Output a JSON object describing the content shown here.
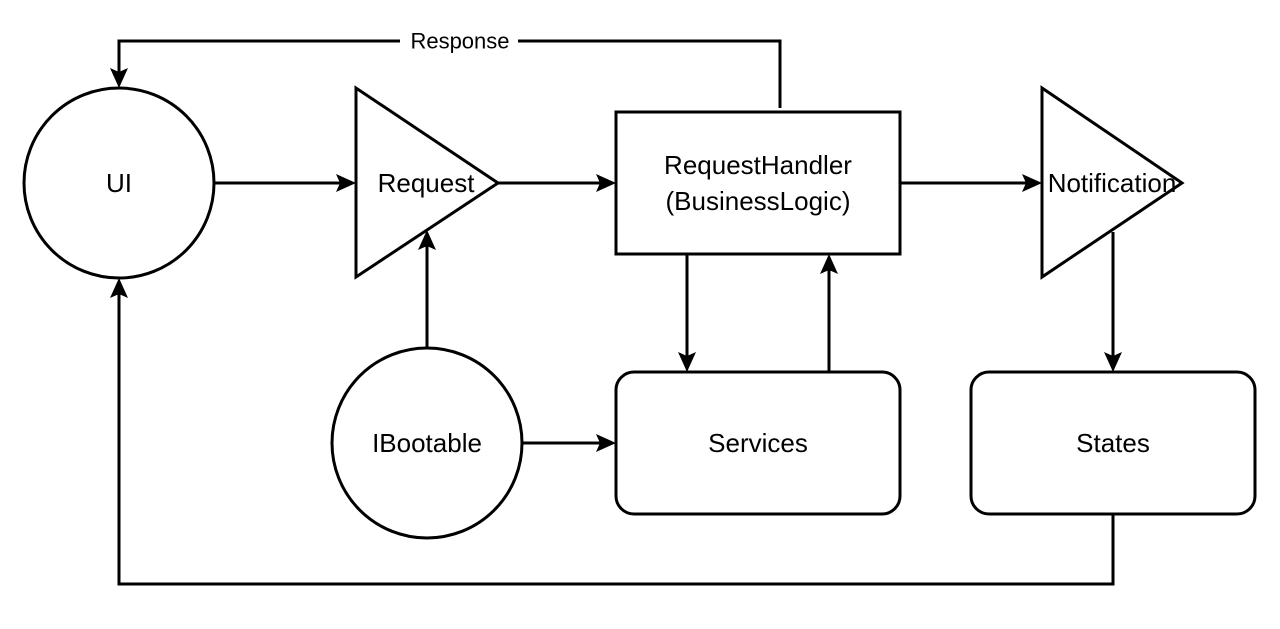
{
  "nodes": {
    "ui": {
      "label": "UI",
      "shape": "circle"
    },
    "request": {
      "label": "Request",
      "shape": "triangle"
    },
    "request_handler": {
      "label_line1": "RequestHandler",
      "label_line2": "(BusinessLogic)",
      "shape": "rectangle"
    },
    "notification": {
      "label": "Notification",
      "shape": "triangle"
    },
    "ibootable": {
      "label": "IBootable",
      "shape": "circle"
    },
    "services": {
      "label": "Services",
      "shape": "rounded-rectangle"
    },
    "states": {
      "label": "States",
      "shape": "rounded-rectangle"
    }
  },
  "edges": {
    "response": {
      "label": "Response",
      "from": "RequestHandler",
      "to": "UI"
    },
    "ui_to_request": {
      "from": "UI",
      "to": "Request"
    },
    "request_to_handler": {
      "from": "Request",
      "to": "RequestHandler"
    },
    "handler_to_notification": {
      "from": "RequestHandler",
      "to": "Notification"
    },
    "handler_to_services": {
      "from": "RequestHandler",
      "to": "Services"
    },
    "services_to_handler": {
      "from": "Services",
      "to": "RequestHandler"
    },
    "notification_to_states": {
      "from": "Notification",
      "to": "States"
    },
    "ibootable_to_request": {
      "from": "IBootable",
      "to": "Request"
    },
    "ibootable_to_services": {
      "from": "IBootable",
      "to": "Services"
    },
    "states_to_ui": {
      "from": "States",
      "to": "UI"
    }
  },
  "colors": {
    "stroke": "#000000",
    "fill": "#ffffff",
    "text": "#000000"
  }
}
